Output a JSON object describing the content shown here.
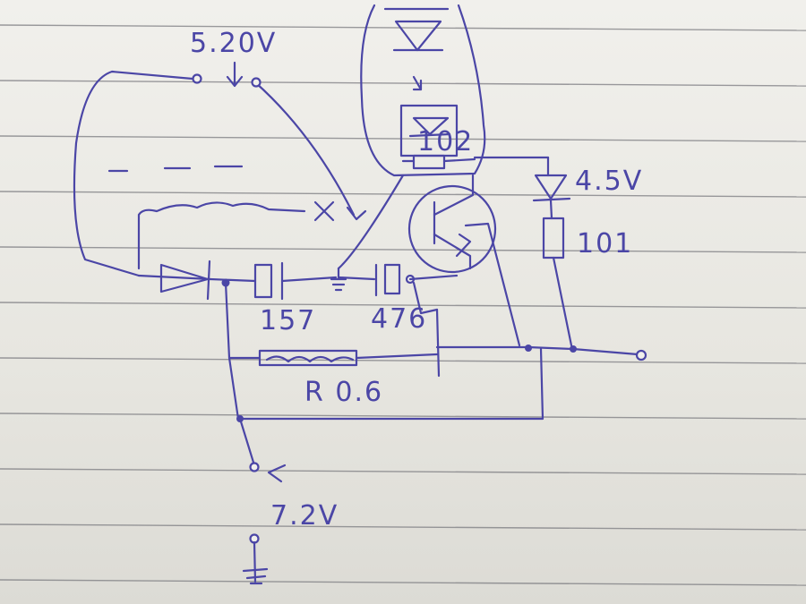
{
  "labels": {
    "v_top": "5.20V",
    "v_led": "4.5V",
    "r_top": "101",
    "c1": "157",
    "c2": "476",
    "shunt": "R 0.6",
    "v_bottom": "7.2V",
    "opto_code": "102",
    "cross": "x"
  },
  "colors": {
    "ink": "#4b46a6",
    "paper": "#efeee9",
    "rule": "#7b7b80"
  }
}
